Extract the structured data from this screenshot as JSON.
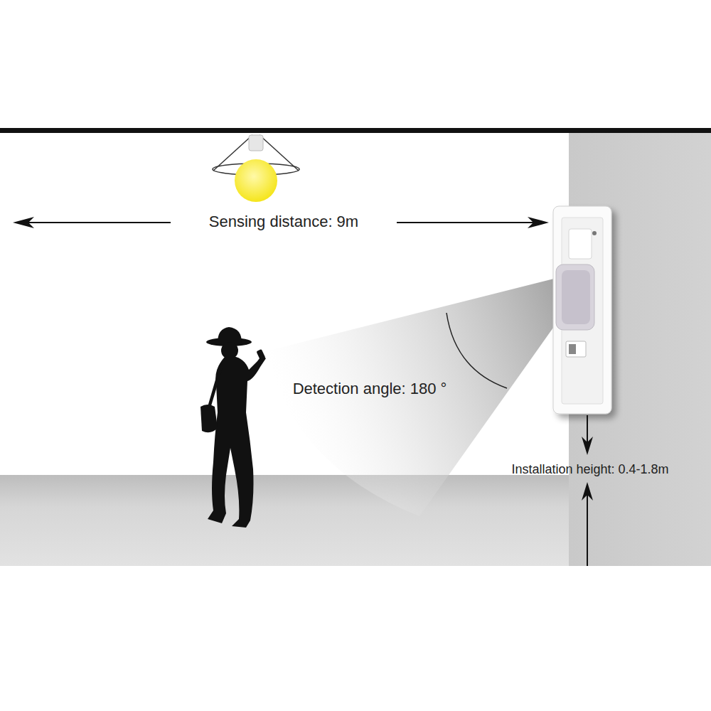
{
  "diagram": {
    "labels": [
      "Sensing distance: 9m",
      "Detection angle: 180 °",
      "Installation height: 0.4-1.8m"
    ]
  }
}
